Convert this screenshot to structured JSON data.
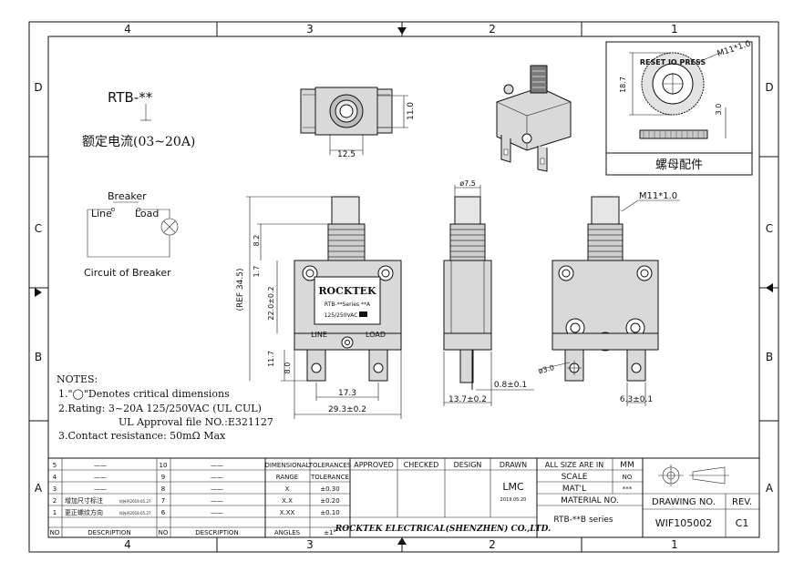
{
  "border": {
    "top_cols": [
      "4",
      "3",
      "2",
      "1"
    ],
    "bottom_cols": [
      "4",
      "3",
      "2",
      "1"
    ],
    "rows": [
      "D",
      "C",
      "B",
      "A"
    ]
  },
  "rating_block": {
    "part": "RTB-**",
    "current": "额定电流(03~20A)"
  },
  "circuit": {
    "breaker": "Breaker",
    "line": "Line",
    "load": "Load",
    "caption": "Circuit of Breaker"
  },
  "top_view": {
    "dim_width": "12.5",
    "dim_height": "11.0"
  },
  "nut_detail": {
    "label": "螺母配件",
    "thread": "M11*1.0",
    "dim_dia": "18.7",
    "dim_thk": "3.0",
    "ring_text": "RESET IO PRESS"
  },
  "front_view": {
    "brand": "ROCKTEK",
    "series": "RTB-**Series **A",
    "voltage": "125/250VAC",
    "line": "LINE",
    "load": "LOAD",
    "dims": [
      "8.2",
      "1.7",
      "(REF 34.5)",
      "22.0±0.2",
      "11.7",
      "8.0",
      "17.3",
      "29.3±0.2"
    ]
  },
  "side_view": {
    "dims": [
      "ø7.5",
      "0.8±0.1",
      "13.7±0.2"
    ]
  },
  "back_view": {
    "dims": [
      "M11*1.0",
      "ø3.0",
      "6.3±0.1"
    ]
  },
  "notes": {
    "title": "NOTES:",
    "lines": [
      "1.\"◯\"Denotes critical dimensions",
      "2.Rating: 3~20A 125/250VAC (UL CUL)",
      "UL Approval file NO.:E321127",
      "3.Contact resistance: 50mΩ Max"
    ]
  },
  "title_block": {
    "rev_headers": [
      "NO",
      "DESCRIPTION",
      "NO",
      "DESCRIPTION"
    ],
    "rev_left_nums": [
      "5",
      "4",
      "3",
      "2",
      "1"
    ],
    "rev_right_nums": [
      "10",
      "9",
      "8",
      "7",
      "6"
    ],
    "rev_left_desc": [
      "——",
      "——",
      "——",
      "增加尺寸标注",
      "更正螺纹方向"
    ],
    "rev_right_desc": [
      "——",
      "——",
      "——",
      "——",
      "——"
    ],
    "rev_stamps": [
      "刘苏丹2019.05.27",
      "刘苏丹2019.05.27"
    ],
    "tol_header_a": "DIMENSIONAL",
    "tol_header_b": "TOLERANCES",
    "tol_rows": [
      [
        "RANGE",
        "TOLERANCE"
      ],
      [
        "X",
        "±0.30"
      ],
      [
        "X.X",
        "±0.20"
      ],
      [
        "X.XX",
        "±0.10"
      ],
      [
        "ANGLES",
        "±1°"
      ]
    ],
    "approvals": [
      "APPROVED",
      "CHECKED",
      "DESIGN",
      "DRAWN"
    ],
    "drawn_by": "LMC",
    "drawn_date": "2019.05.20",
    "company": "ROCKTEK ELECTRICAL(SHENZHEN) CO.,LTD.",
    "units_label": "ALL SIZE ARE IN",
    "units": "MM",
    "scale_label": "SCALE",
    "scale": "NO",
    "mat_label": "MAT'L",
    "mat": "***",
    "material_no": "MATERIAL NO.",
    "series": "RTB-**B series",
    "drawing_no_label": "DRAWING NO.",
    "rev_label": "REV.",
    "drawing_no": "WIF105002",
    "rev": "C1"
  }
}
